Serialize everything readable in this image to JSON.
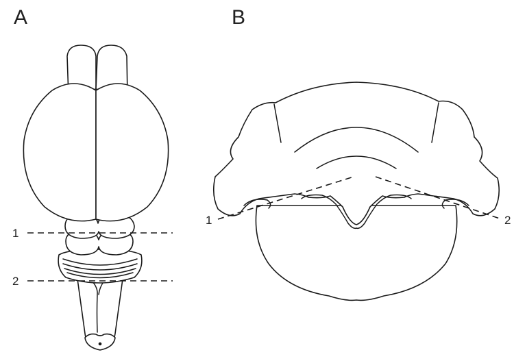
{
  "panels": {
    "a": {
      "label": "A"
    },
    "b": {
      "label": "B"
    }
  },
  "panel_a_levels": [
    {
      "label": "1"
    },
    {
      "label": "2"
    }
  ],
  "panel_b_levels": [
    {
      "label": "1"
    },
    {
      "label": "2"
    }
  ],
  "colors": {
    "ink": "#1a1a1a",
    "background": "#ffffff"
  }
}
